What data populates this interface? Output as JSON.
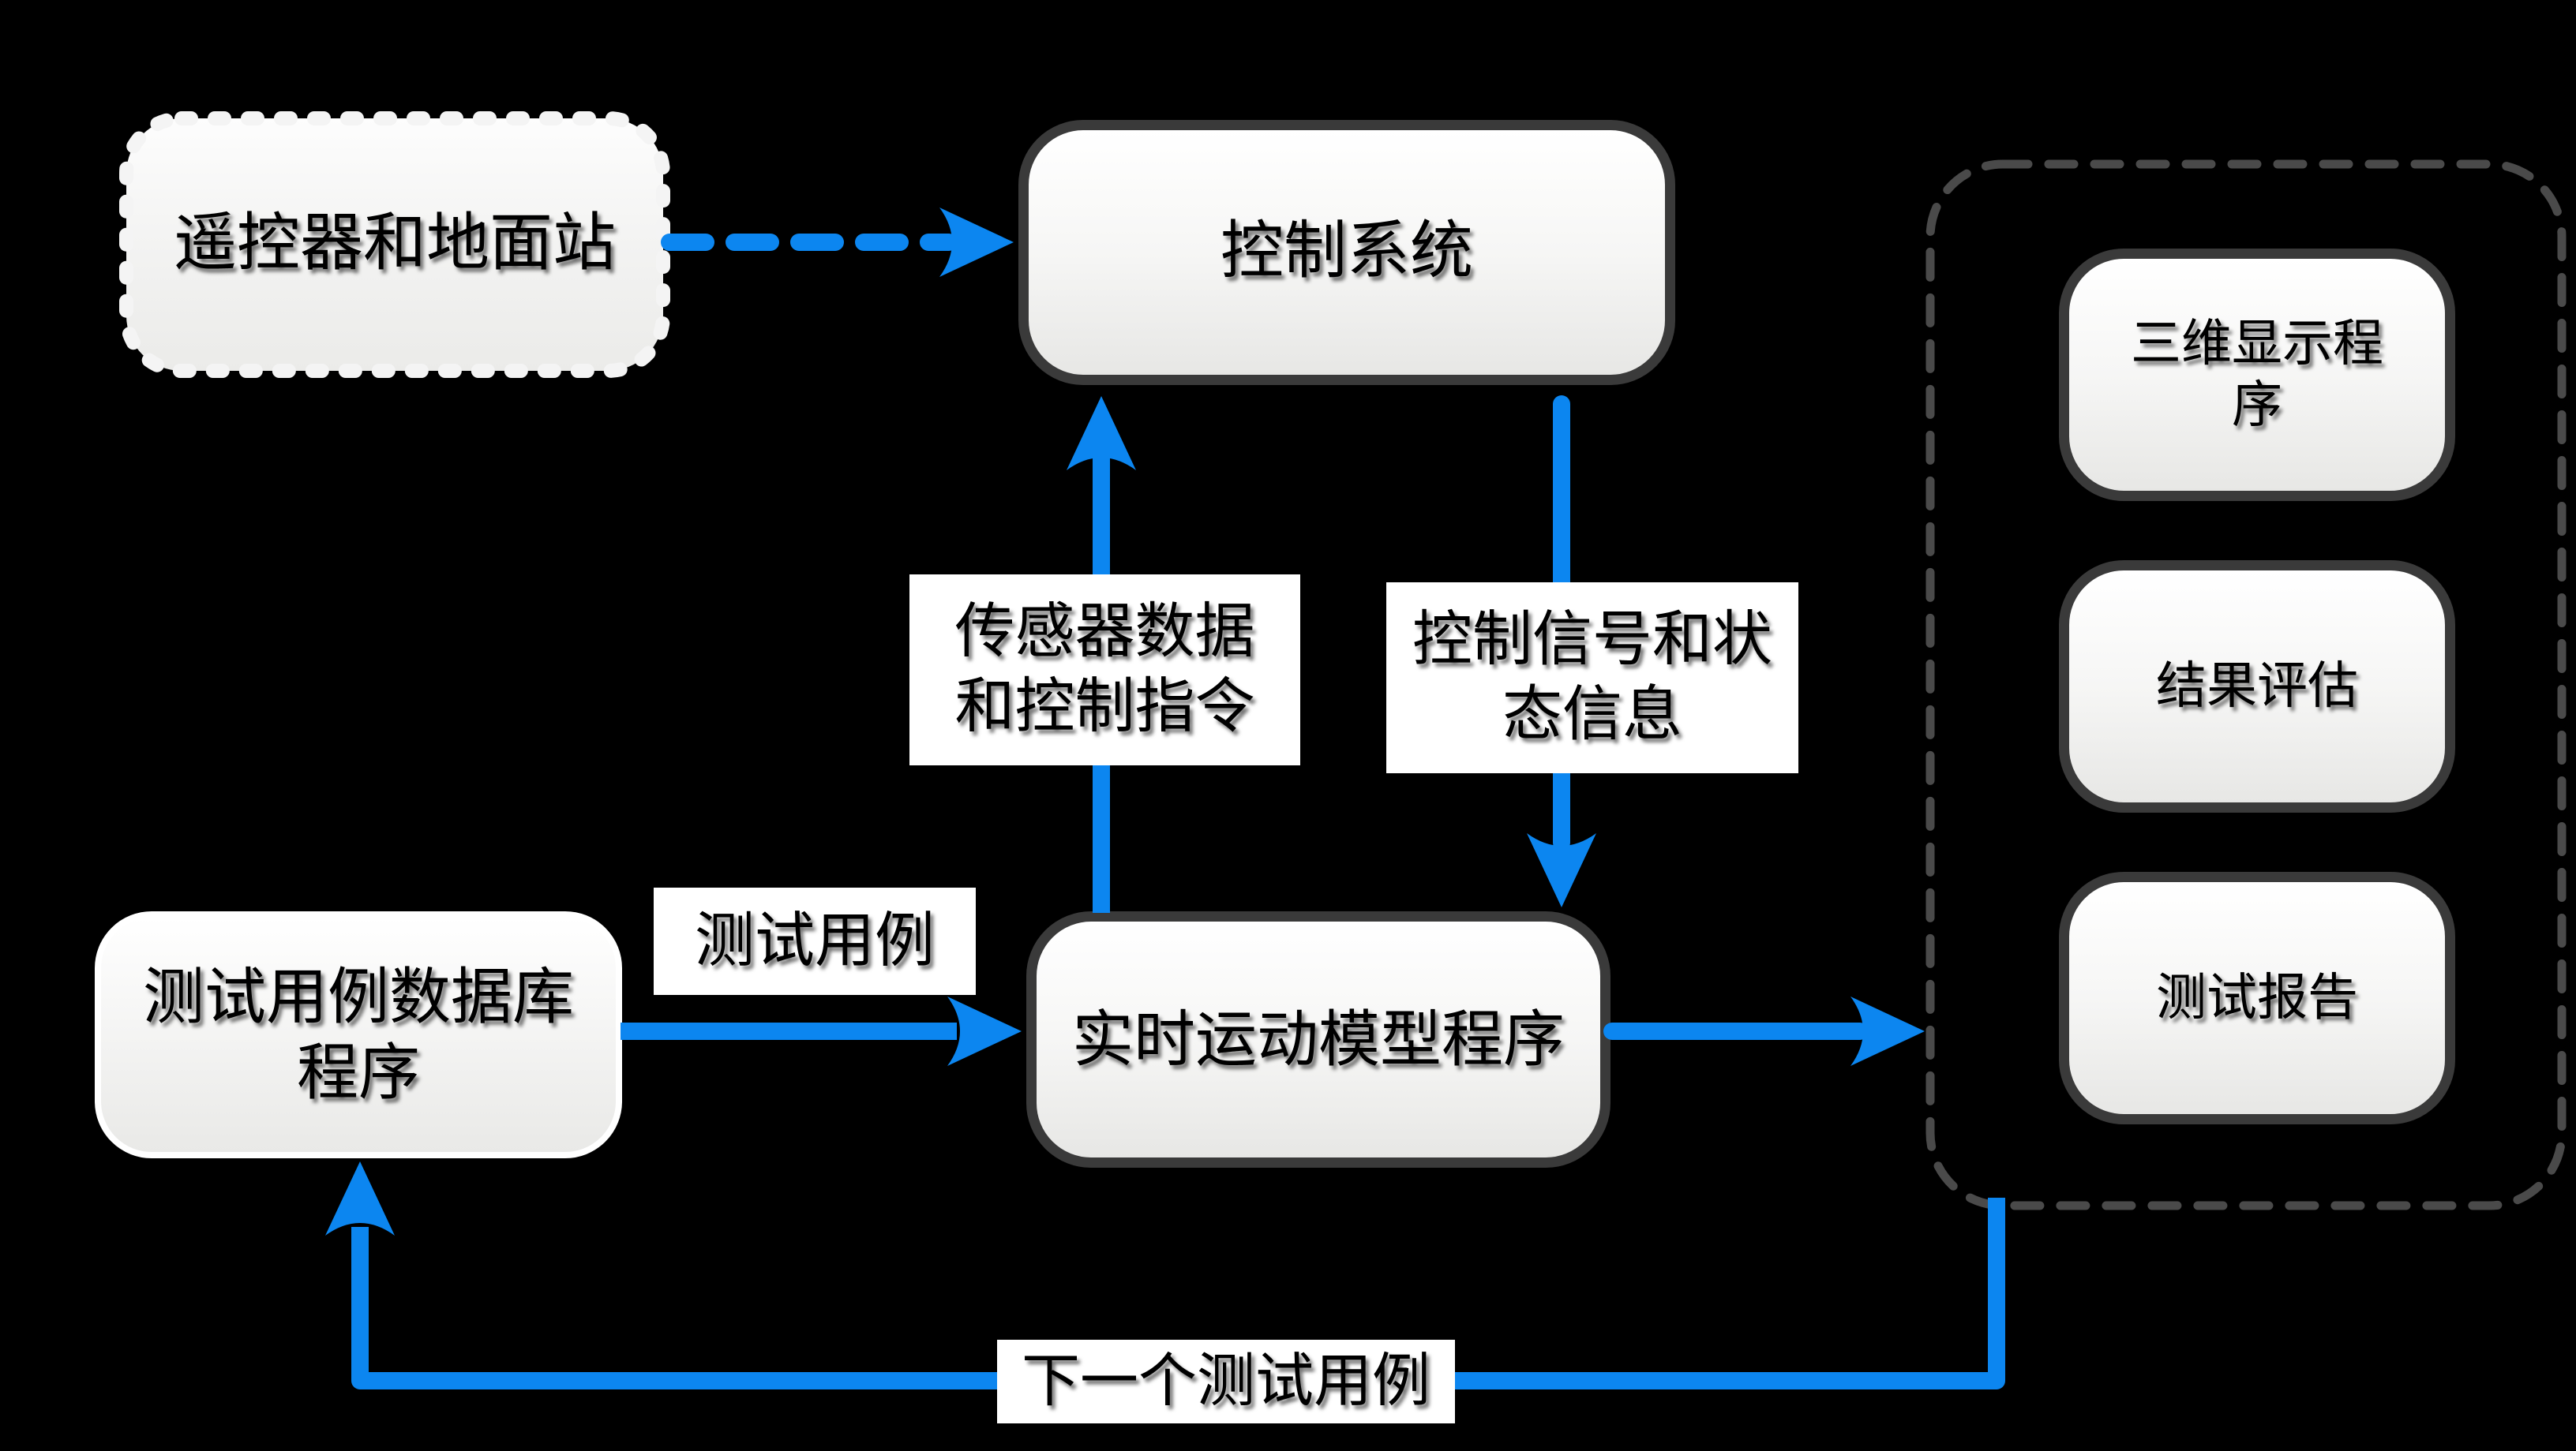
{
  "colors": {
    "background": "#000000",
    "arrow_blue": "#0C86F0",
    "box_border_gray": "#3A3A3A",
    "panel_dash_gray": "#4A4A4A",
    "box_fill_top": "#FFFFFF",
    "box_fill_bottom": "#E7E7E5",
    "label_background": "#FFFFFF",
    "text_color": "#000000"
  },
  "nodes": {
    "remote": {
      "label": "遥控器和地面站"
    },
    "control": {
      "label": "控制系统"
    },
    "rt_model": {
      "label": "实时运动模型程序"
    },
    "test_db": {
      "label": "测试用例数据库\n程序"
    },
    "display3d": {
      "label": "三维显示程\n序"
    },
    "result_eval": {
      "label": "结果评估"
    },
    "test_report": {
      "label": "测试报告"
    }
  },
  "edge_labels": {
    "sensor_data": "传感器数据\n和控制指令",
    "control_signal": "控制信号和状\n态信息",
    "test_case": "测试用例",
    "next_test_case": "下一个测试用例"
  },
  "edges": [
    {
      "from": "remote",
      "to": "control",
      "style": "dashed",
      "label": ""
    },
    {
      "from": "rt_model",
      "to": "control",
      "style": "solid",
      "label": "传感器数据和控制指令"
    },
    {
      "from": "control",
      "to": "rt_model",
      "style": "solid",
      "label": "控制信号和状态信息"
    },
    {
      "from": "test_db",
      "to": "rt_model",
      "style": "solid",
      "label": "测试用例"
    },
    {
      "from": "rt_model",
      "to": "output_panel",
      "style": "solid",
      "label": ""
    },
    {
      "from": "output_panel",
      "to": "test_db",
      "style": "solid",
      "label": "下一个测试用例"
    }
  ]
}
